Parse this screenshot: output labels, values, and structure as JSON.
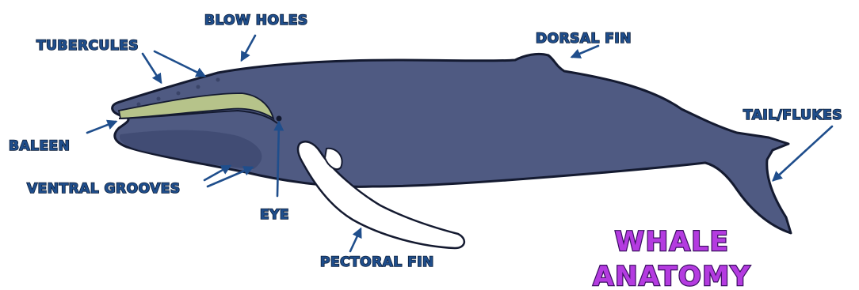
{
  "title": {
    "line1": "WHALE",
    "line2": "ANATOMY"
  },
  "labels": {
    "blow_holes": "BLOW HOLES",
    "tubercules": "TUBERCULES",
    "dorsal_fin": "DORSAL FIN",
    "tail_flukes": "TAIL/FLUKES",
    "baleen": "BALEEN",
    "ventral_grooves": "VENTRAL GROOVES",
    "eye": "EYE",
    "pectoral_fin": "PECTORAL FIN"
  },
  "colors": {
    "body": "#4f5a82",
    "belly": "#3e4a72",
    "outline": "#141a30",
    "baleen": "#b6c38a",
    "fin": "#ffffff",
    "label": "#1f4e8c",
    "title": "#b43be0"
  }
}
